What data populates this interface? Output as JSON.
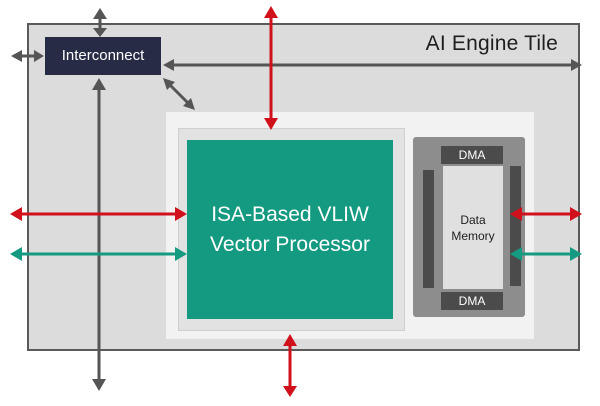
{
  "diagram": {
    "tile_title": "AI Engine Tile",
    "interconnect_label": "Interconnect",
    "processor_lines": [
      "ISA-Based VLIW",
      "Vector Processor"
    ],
    "dma_top_label": "DMA",
    "dma_bottom_label": "DMA",
    "memory_lines": [
      "Data",
      "Memory"
    ]
  },
  "colors": {
    "tile_bg": "#dcdcdc",
    "processor": "#149a80",
    "interconnect": "#282b45",
    "arrow_red": "#d0101a",
    "arrow_teal": "#159a82",
    "arrow_gray": "#555555"
  },
  "connections": [
    {
      "name": "interconnect-up-arrow",
      "color": "gray",
      "type": "bidirectional",
      "from": "Interconnect",
      "to": "outside-top"
    },
    {
      "name": "interconnect-left-arrow",
      "color": "gray",
      "type": "bidirectional",
      "from": "Interconnect",
      "to": "outside-left"
    },
    {
      "name": "interconnect-right-stream-arrow",
      "color": "gray",
      "type": "bidirectional",
      "from": "Interconnect",
      "to": "outside-right"
    },
    {
      "name": "interconnect-diagonal-arrow",
      "color": "gray",
      "type": "bidirectional",
      "from": "Interconnect",
      "to": "inner-panel"
    },
    {
      "name": "interconnect-down-stream-arrow",
      "color": "gray",
      "type": "bidirectional",
      "from": "Interconnect",
      "to": "outside-bottom"
    },
    {
      "name": "processor-top-red-arrow",
      "color": "red",
      "type": "bidirectional",
      "from": "Vector Processor",
      "to": "outside-top"
    },
    {
      "name": "processor-bottom-red-arrow",
      "color": "red",
      "type": "bidirectional",
      "from": "Vector Processor",
      "to": "outside-bottom"
    },
    {
      "name": "processor-left-red-arrow",
      "color": "red",
      "type": "bidirectional",
      "from": "Vector Processor",
      "to": "outside-left"
    },
    {
      "name": "processor-left-teal-arrow",
      "color": "teal",
      "type": "bidirectional",
      "from": "Vector Processor",
      "to": "outside-left"
    },
    {
      "name": "memory-right-red-arrow",
      "color": "red",
      "type": "bidirectional",
      "from": "Data Memory",
      "to": "outside-right"
    },
    {
      "name": "memory-right-teal-arrow",
      "color": "teal",
      "type": "bidirectional",
      "from": "Data Memory",
      "to": "outside-right"
    }
  ]
}
